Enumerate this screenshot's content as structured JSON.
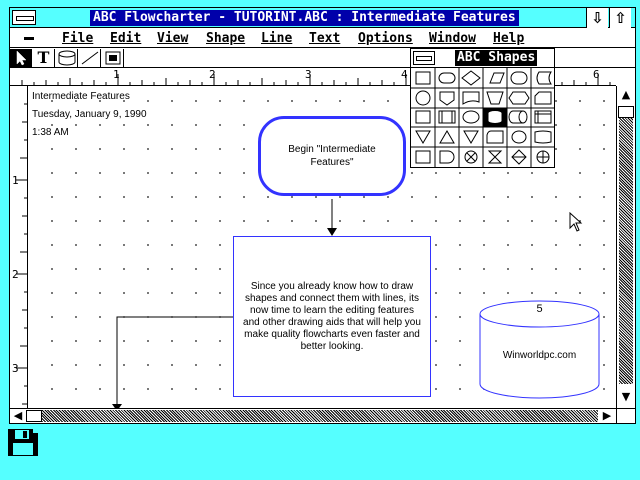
{
  "window": {
    "title": "ABC Flowcharter - TUTORINT.ABC : Intermediate Features",
    "minimize_glyph": "⇩",
    "maximize_glyph": "⇧"
  },
  "menu": {
    "items": [
      "File",
      "Edit",
      "View",
      "Shape",
      "Line",
      "Text",
      "Options",
      "Window",
      "Help"
    ]
  },
  "toolbar": {
    "text_tool": "T"
  },
  "ruler": {
    "h_numbers": [
      "1",
      "2",
      "3",
      "4",
      "5",
      "6"
    ],
    "v_numbers": [
      "1",
      "2",
      "3"
    ]
  },
  "header": {
    "title": "Intermediate Features",
    "date": "Tuesday, January 9, 1990",
    "time": "1:38 AM"
  },
  "shapes": {
    "begin_text": "Begin \"Intermediate Features\"",
    "process_text": "Since you already know how to draw shapes and connect them with lines, its now time to learn the editing features and other drawing aids that will help you make quality flowcharts even faster and better looking.",
    "cylinder_number": "5",
    "cylinder_text": "Winworldpc.com"
  },
  "palette": {
    "title": "ABC Shapes"
  },
  "colors": {
    "desktop": "#55ffff",
    "title_highlight": "#0000aa",
    "shape_border": "#3333ff"
  }
}
